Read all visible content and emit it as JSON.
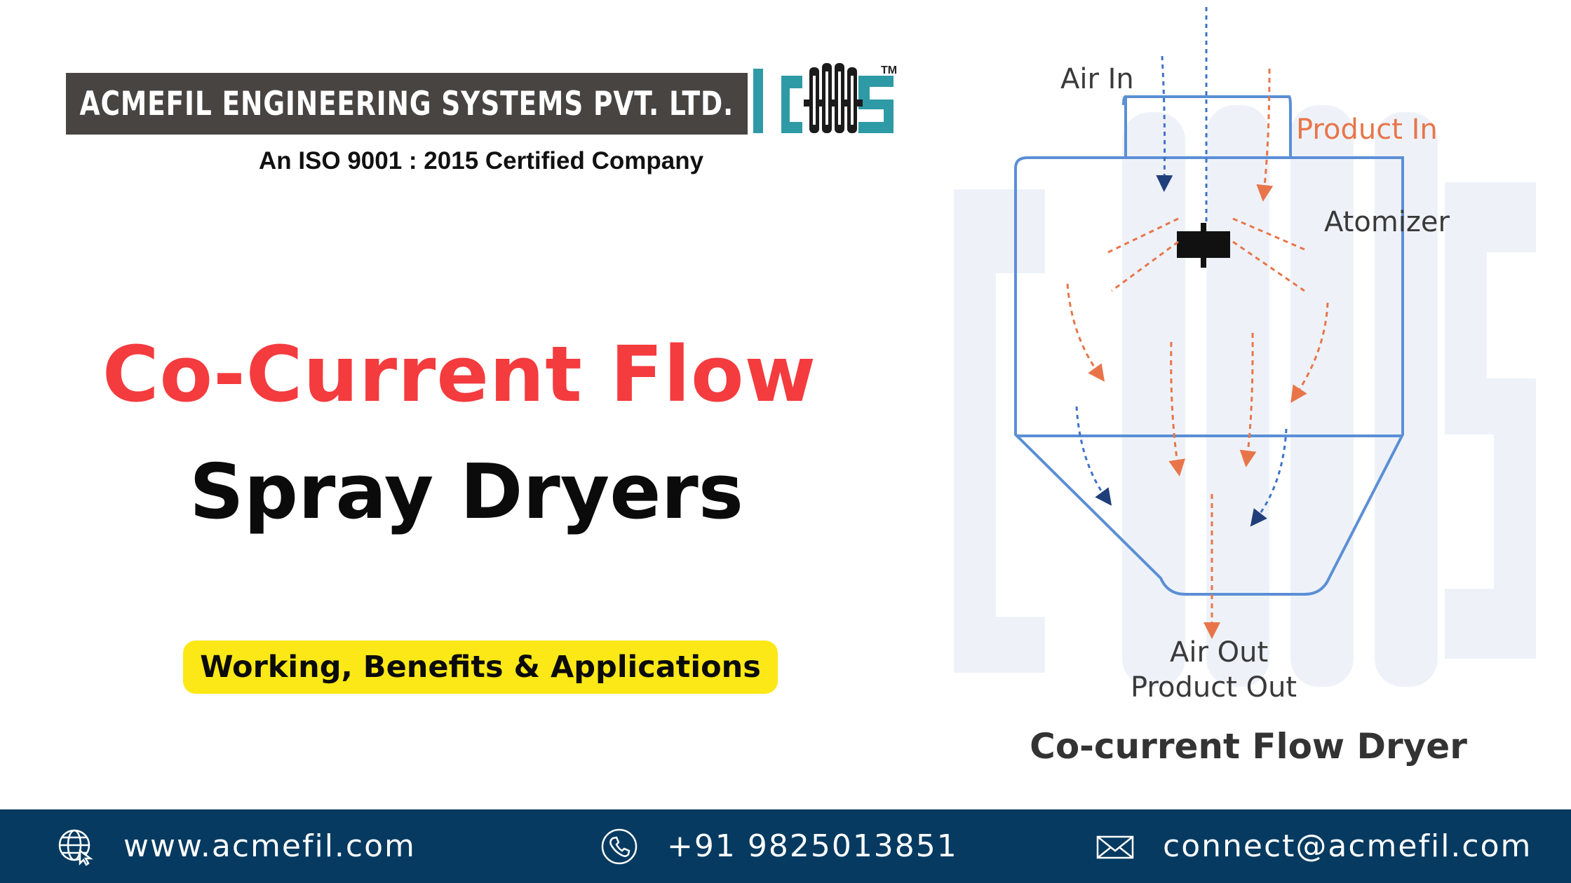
{
  "company": {
    "name": "ACMEFIL ENGINEERING SYSTEMS PVT. LTD.",
    "tagline": "An ISO 9001 : 2015 Certified Company",
    "trademark": "TM",
    "brand_color": "#474442",
    "logo_accent": "#2e9aa6"
  },
  "hero": {
    "title_line1": "Co-Current Flow",
    "title_line2": "Spray Dryers",
    "subtitle": "Working, Benefits & Applications",
    "title_color": "#f43b3e",
    "pill_color": "#fbe816"
  },
  "diagram": {
    "labels": {
      "air_in": "Air In",
      "product_in": "Product In",
      "atomizer": "Atomizer",
      "air_out": "Air Out",
      "product_out": "Product Out"
    },
    "caption": "Co-current Flow Dryer",
    "air_color": "#3f72c4",
    "product_color": "#e8754a",
    "vessel_color": "#5b8fd6"
  },
  "footer": {
    "background": "#063a60",
    "website": {
      "icon": "globe-icon",
      "text": "www.acmefil.com"
    },
    "phone": {
      "icon": "phone-icon",
      "text": "+91 9825013851"
    },
    "email": {
      "icon": "envelope-icon",
      "text": "connect@acmefil.com"
    }
  }
}
